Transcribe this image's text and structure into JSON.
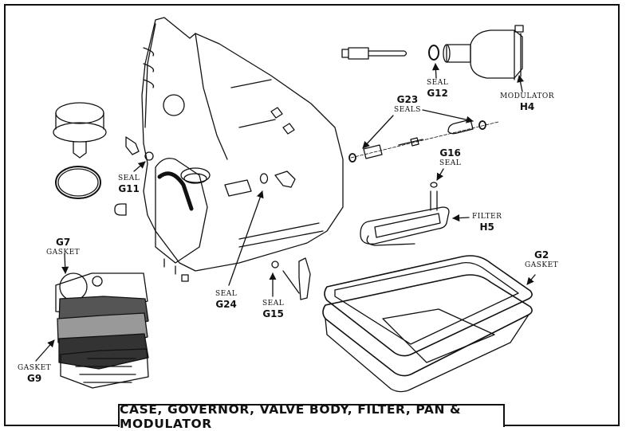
{
  "title": "CASE, GOVERNOR, VALVE BODY, FILTER, PAN & MODULATOR",
  "labels": {
    "seal_g11": {
      "name": "SEAL",
      "code": "G11"
    },
    "seal_g12": {
      "name": "SEAL",
      "code": "G12"
    },
    "modulator_h4": {
      "name": "MODULATOR",
      "code": "H4"
    },
    "seals_g23": {
      "name": "SEALS",
      "code": "G23"
    },
    "seal_g16": {
      "name": "SEAL",
      "code": "G16"
    },
    "filter_h5": {
      "name": "FILTER",
      "code": "H5"
    },
    "gasket_g7": {
      "name": "GASKET",
      "code": "G7"
    },
    "gasket_g9": {
      "name": "GASKET",
      "code": "G9"
    },
    "seal_g24": {
      "name": "SEAL",
      "code": "G24"
    },
    "seal_g15": {
      "name": "SEAL",
      "code": "G15"
    },
    "gasket_g2": {
      "name": "GASKET",
      "code": "G2"
    }
  },
  "colors": {
    "ink": "#111111",
    "paper": "#ffffff"
  }
}
